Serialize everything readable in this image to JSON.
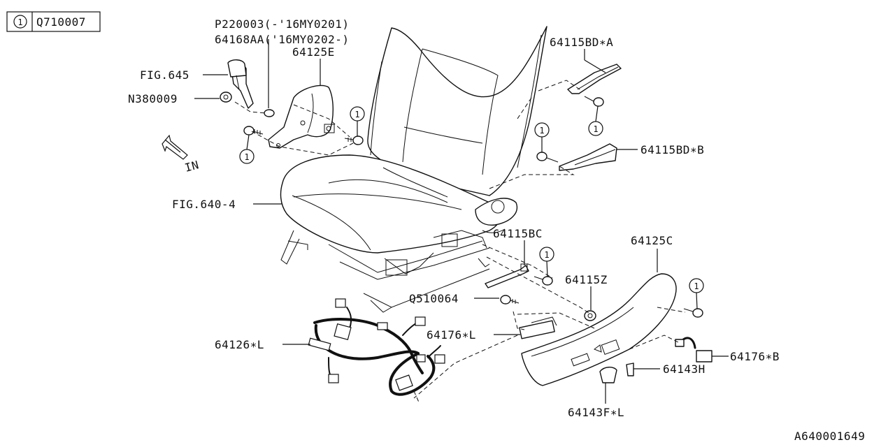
{
  "header": {
    "callout_mark": "1",
    "callout_part": "Q710007"
  },
  "footer": {
    "diagram_id": "A640001649"
  },
  "direction": {
    "label": "IN"
  },
  "callout_symbol": "1",
  "labels": {
    "p220003": "P220003(-'16MY0201)",
    "p64168aa": "64168AA('16MY0202-)",
    "p64125e": "64125E",
    "fig645": "FIG.645",
    "n380009": "N380009",
    "p64115bd_a": "64115BD∗A",
    "p64115bd_b": "64115BD∗B",
    "fig640_4": "FIG.640-4",
    "p64115bc": "64115BC",
    "p64125c": "64125C",
    "p64115z": "64115Z",
    "q510064": "Q510064",
    "p64176_l": "64176∗L",
    "p64126_l": "64126∗L",
    "p64176_b": "64176∗B",
    "p64143h": "64143H",
    "p64143f_l": "64143F∗L"
  }
}
